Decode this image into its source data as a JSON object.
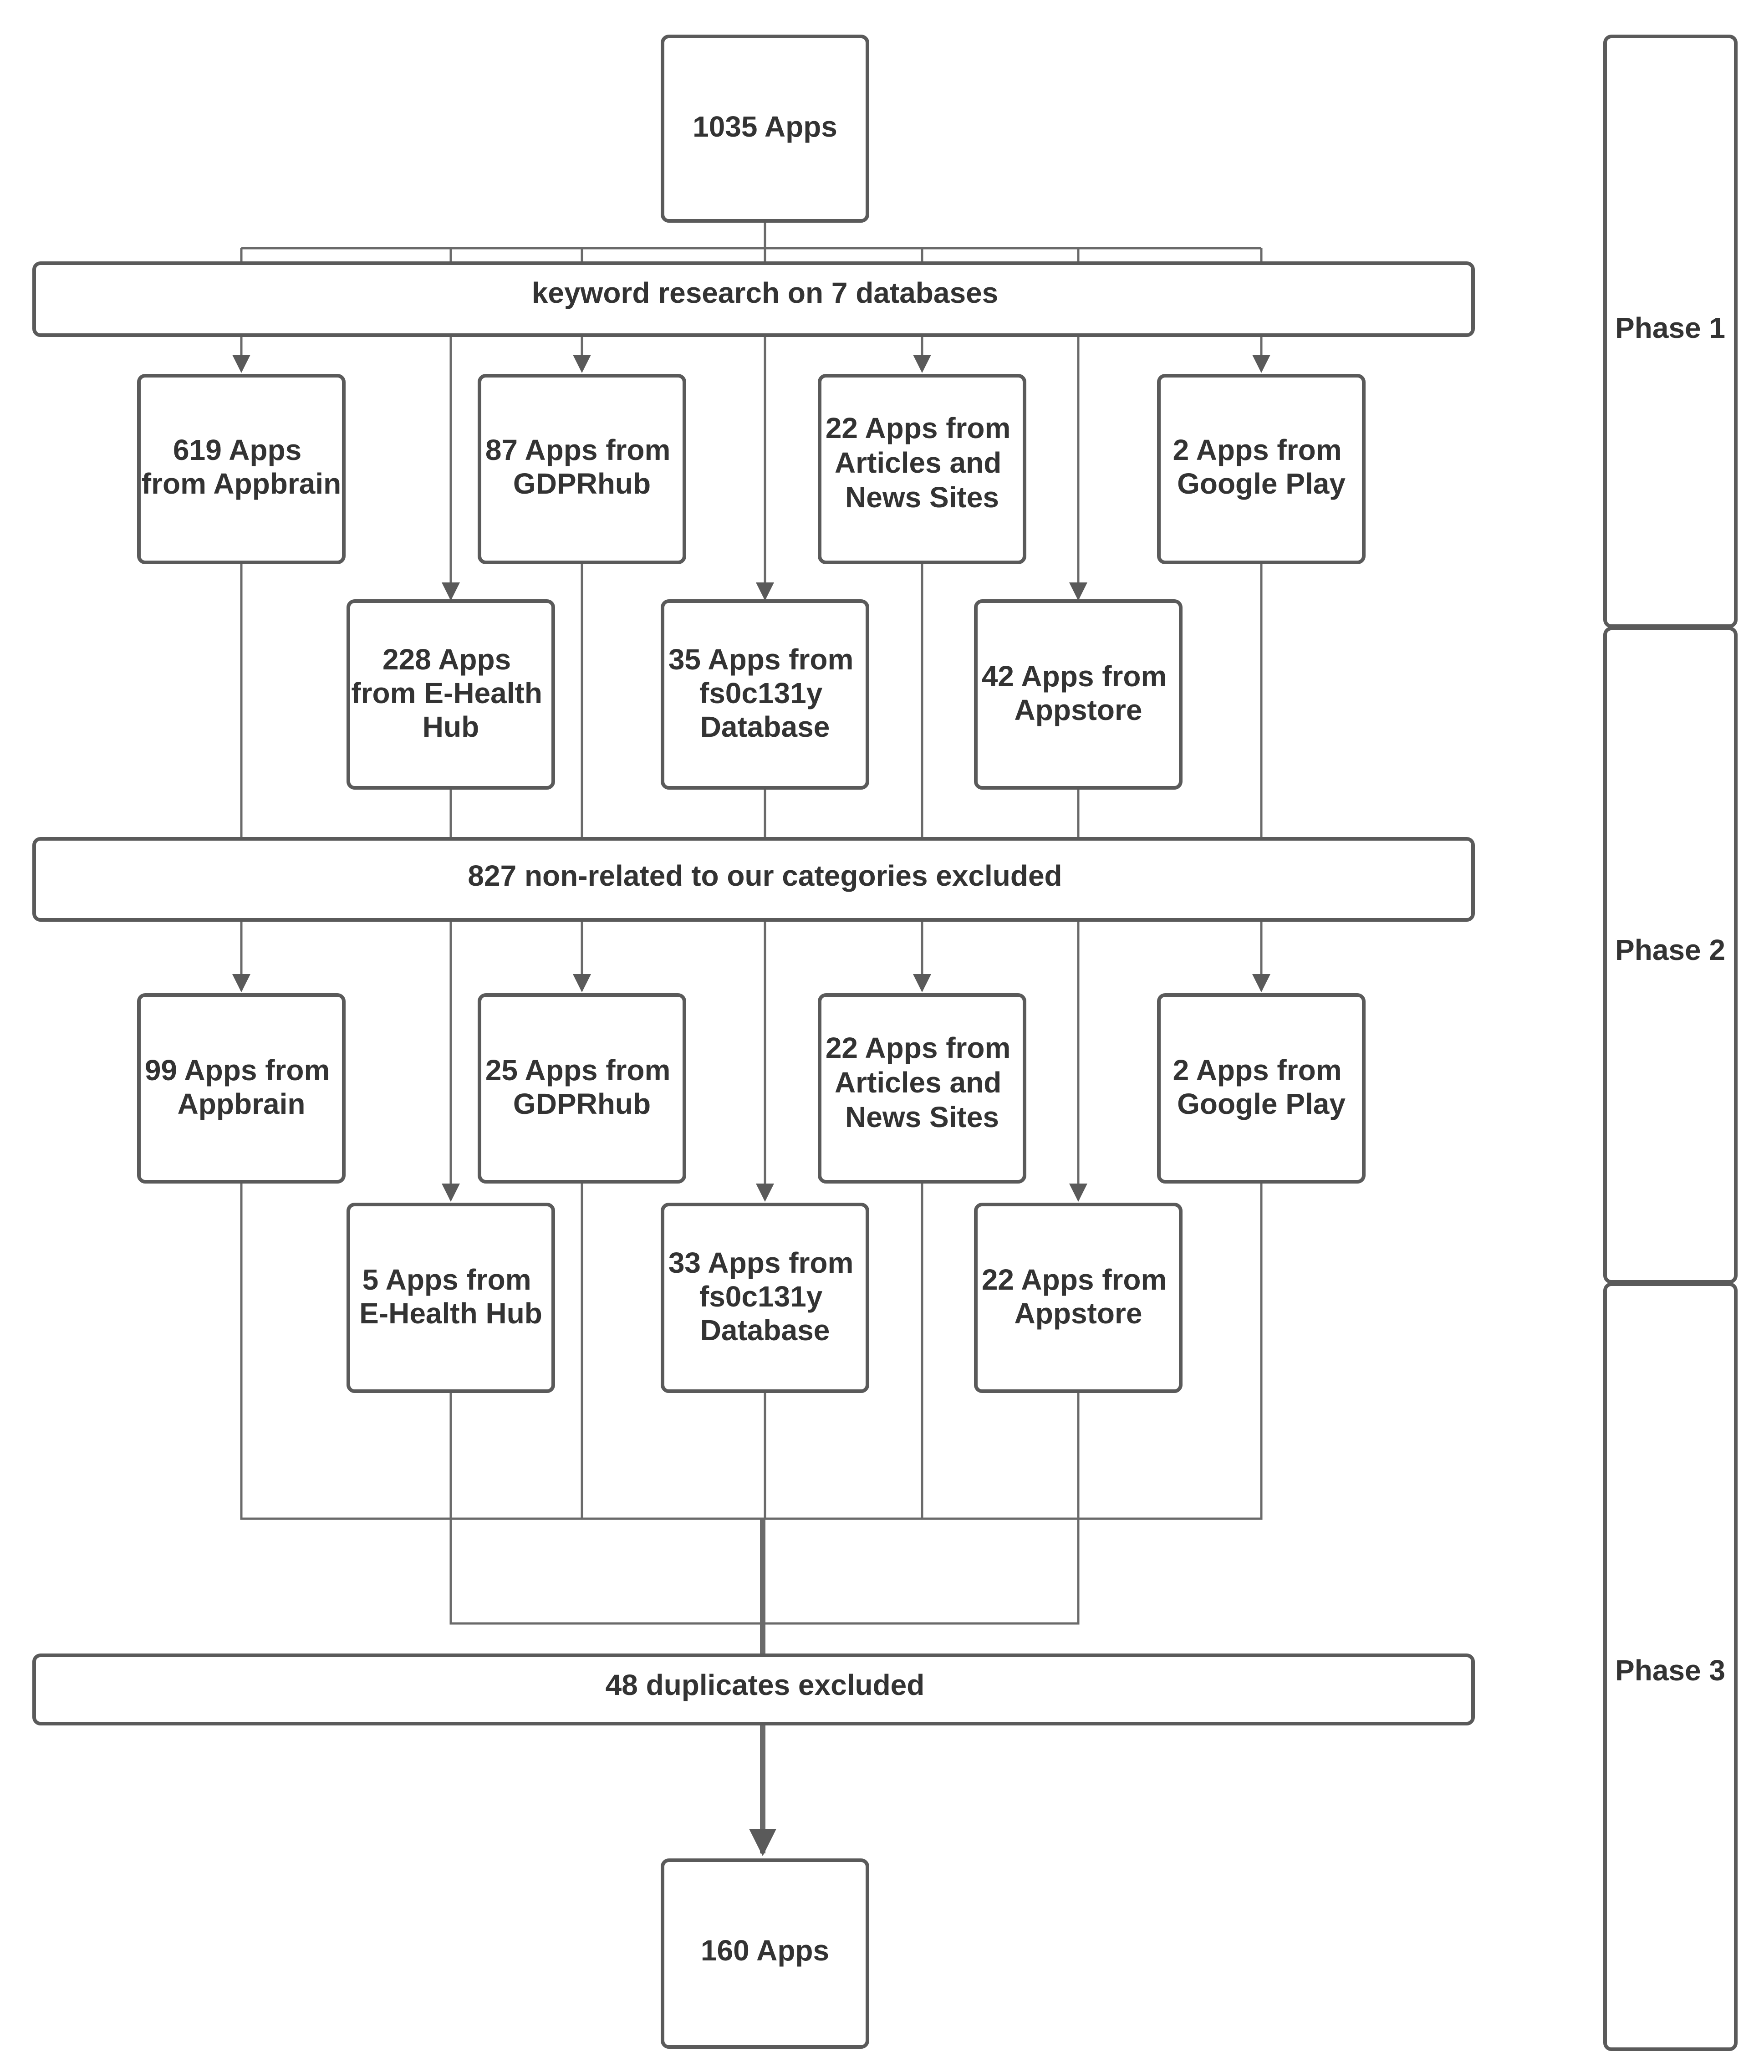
{
  "top_node": {
    "lines": [
      "1035 Apps"
    ]
  },
  "bar_keyword": "keyword research on 7 databases",
  "bar_nonrelated": "827 non-related to our categories excluded",
  "bar_duplicates": "48 duplicates excluded",
  "bottom_node": {
    "lines": [
      "160 Apps"
    ]
  },
  "stage1": {
    "appbrain": [
      "619 Apps",
      "from Appbrain"
    ],
    "gdprhub": [
      "87 Apps from",
      "GDPRhub"
    ],
    "articles": [
      "22 Apps from",
      "Articles and",
      "News Sites"
    ],
    "googleplay": [
      "2 Apps from",
      "Google Play"
    ],
    "ehealth": [
      "228 Apps",
      "from E-Health",
      "Hub"
    ],
    "fs0c131y": [
      "35 Apps from",
      "fs0c131y",
      "Database"
    ],
    "appstore": [
      "42 Apps from",
      "Appstore"
    ]
  },
  "stage2": {
    "appbrain": [
      "99 Apps from",
      "Appbrain"
    ],
    "gdprhub": [
      "25 Apps from",
      "GDPRhub"
    ],
    "articles": [
      "22 Apps from",
      "Articles and",
      "News Sites"
    ],
    "googleplay": [
      "2 Apps from",
      "Google Play"
    ],
    "ehealth": [
      "5 Apps from",
      "E-Health Hub"
    ],
    "fs0c131y": [
      "33 Apps from",
      "fs0c131y",
      "Database"
    ],
    "appstore": [
      "22 Apps from",
      "Appstore"
    ]
  },
  "phases": [
    "Phase 1",
    "Phase 2",
    "Phase 3"
  ]
}
